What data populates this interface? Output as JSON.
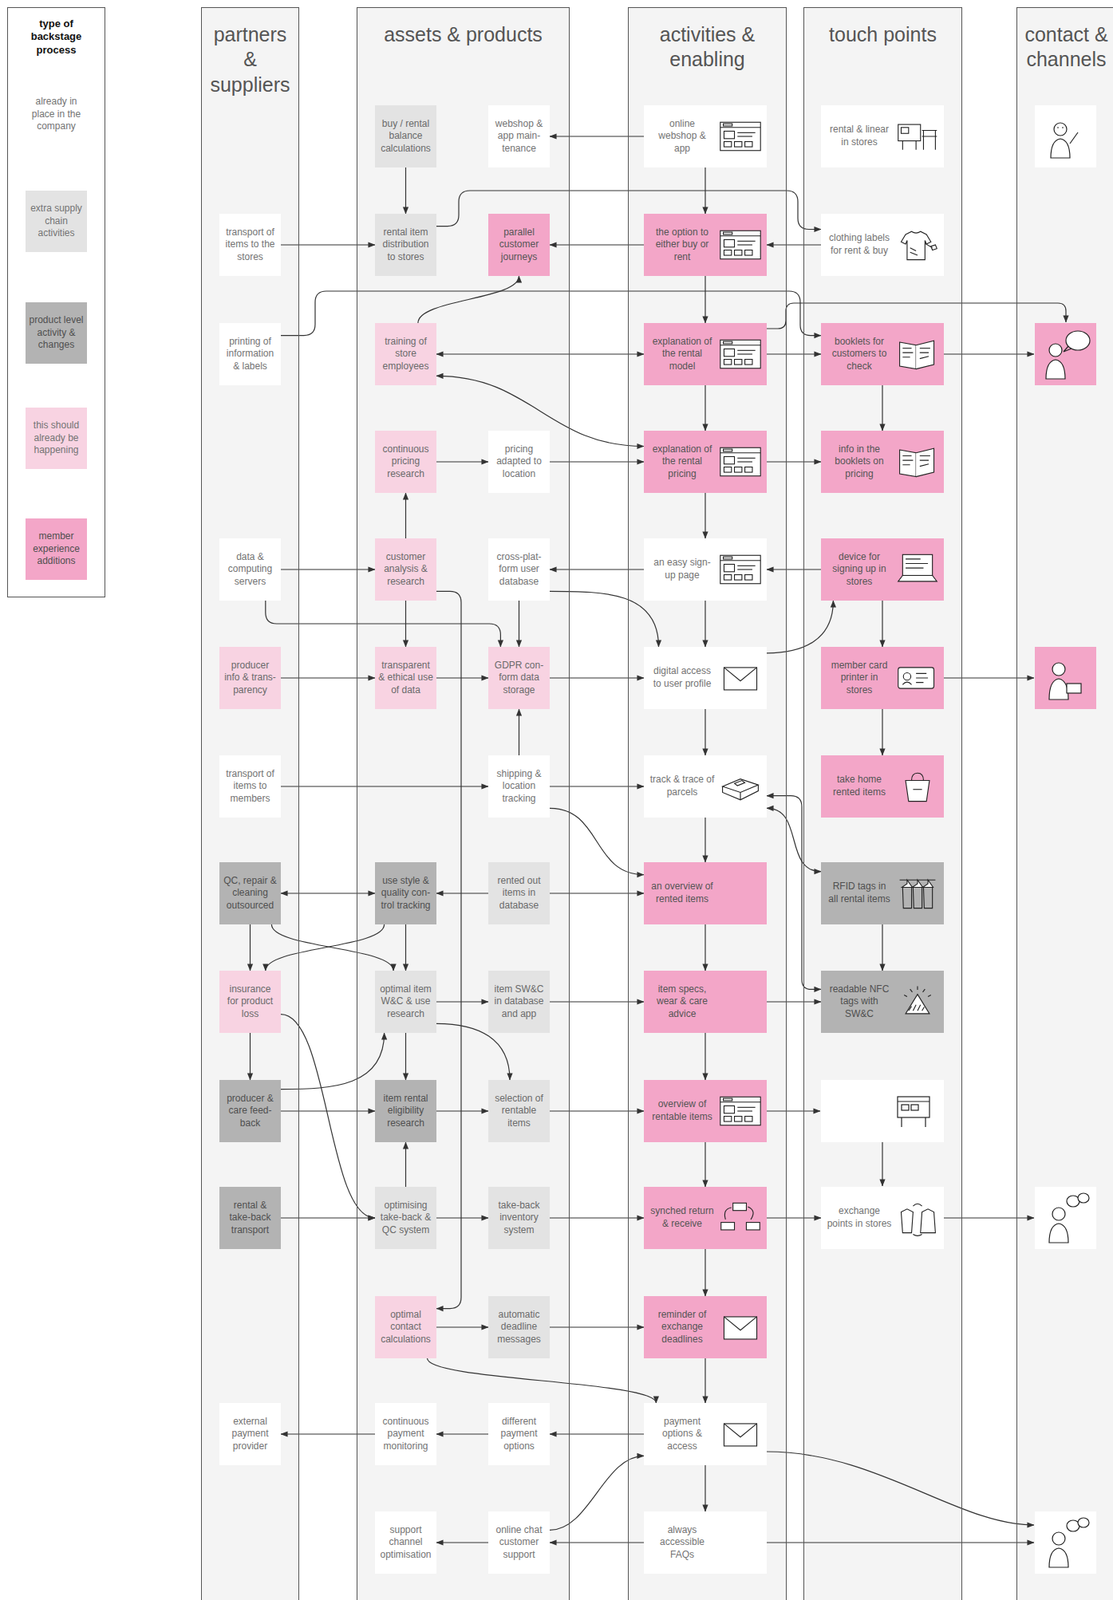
{
  "diagram": {
    "nodes": [
      {
        "text": [
          "partners & suppliers"
        ]
      },
      {
        "text": [
          "assets & products"
        ]
      },
      {
        "text": [
          "activities & enabling"
        ]
      },
      {
        "text": [
          "touch points"
        ]
      },
      {
        "text": [
          "contact & channels"
        ]
      },
      {
        "text": [
          "buy / rental balance calculations"
        ],
        "in": 1
      },
      {
        "text": [
          "webshop & app main-tenance"
        ],
        "in": 1
      },
      {
        "text": [
          "online webshop & app"
        ],
        "in": 2
      },
      {
        "text": [
          "rental & linear in stores"
        ],
        "in": 3
      },
      {
        "text": [
          "transport of items to the stores"
        ],
        "in": 0
      },
      {
        "text": [
          "rental item distribution to stores"
        ],
        "in": 1
      },
      {
        "text": [
          "parallel customer journeys"
        ],
        "in": 1
      },
      {
        "text": [
          "the option to either buy or rent"
        ],
        "in": 2
      },
      {
        "text": [
          "clothing labels for rent & buy"
        ],
        "in": 3
      },
      {
        "text": [
          "printing of information & labels"
        ],
        "in": 0
      },
      {
        "text": [
          "training of store employees"
        ],
        "in": 1
      },
      {
        "text": [
          "explanation of the rental model"
        ],
        "in": 2
      },
      {
        "text": [
          "booklets for customers to check"
        ],
        "in": 3
      },
      {
        "text": [
          "continuous pricing research"
        ],
        "in": 1
      },
      {
        "text": [
          "pricing adapted to location"
        ],
        "in": 1
      },
      {
        "text": [
          "explanation of the rental pricing"
        ],
        "in": 2
      },
      {
        "text": [
          "info in the booklets on pricing"
        ],
        "in": 3
      },
      {
        "text": [
          "data & computing servers"
        ],
        "in": 0
      },
      {
        "text": [
          "customer analysis & research"
        ],
        "in": 1
      },
      {
        "text": [
          "cross-plat-form user database"
        ],
        "in": 1
      },
      {
        "text": [
          "an easy sign-up page"
        ],
        "in": 2
      },
      {
        "text": [
          "device for signing up in stores"
        ],
        "in": 3
      },
      {
        "text": [
          "producer info & trans-parency"
        ],
        "in": 0
      },
      {
        "text": [
          "transparent & ethical use of data"
        ],
        "in": 1
      },
      {
        "text": [
          "GDPR con-form data storage"
        ],
        "in": 1
      },
      {
        "text": [
          "digital access to user profile"
        ],
        "in": 2
      },
      {
        "text": [
          "member card printer in stores"
        ],
        "in": 3
      },
      {
        "text": [
          "transport of items to members"
        ],
        "in": 0
      },
      {
        "text": [
          "shipping & location tracking"
        ],
        "in": 1
      },
      {
        "text": [
          "track & trace of parcels"
        ],
        "in": 2
      },
      {
        "text": [
          "take home rented items"
        ],
        "in": 3
      },
      {
        "text": [
          "QC, repair & cleaning outsourced"
        ],
        "in": 0
      },
      {
        "text": [
          "use style & quality con-trol tracking"
        ],
        "in": 1
      },
      {
        "text": [
          "rented out items in database"
        ],
        "in": 1
      },
      {
        "text": [
          "an overview of rented items"
        ],
        "in": 2
      },
      {
        "text": [
          "RFID tags in all rental items"
        ],
        "in": 3
      },
      {
        "text": [
          "insurance for product loss"
        ],
        "in": 0
      },
      {
        "text": [
          "optimal item W&C & use research"
        ],
        "in": 1
      },
      {
        "text": [
          "item SW&C in database and app"
        ],
        "in": 1
      },
      {
        "text": [
          "item specs, wear & care advice"
        ],
        "in": 2
      },
      {
        "text": [
          "readable NFC tags with SW&C"
        ],
        "in": 3
      },
      {
        "text": [
          "producer & care feed-back"
        ],
        "in": 0
      },
      {
        "text": [
          "item rental eligibility research"
        ],
        "in": 1
      },
      {
        "text": [
          "selection of rentable items"
        ],
        "in": 1
      },
      {
        "text": [
          "overview of rentable items"
        ],
        "in": 2
      },
      {
        "text": [
          "rental & take-back transport"
        ],
        "in": 0
      },
      {
        "text": [
          "optimising take-back & QC system"
        ],
        "in": 1
      },
      {
        "text": [
          "take-back inventory system"
        ],
        "in": 1
      },
      {
        "text": [
          "synched return & receive"
        ],
        "in": 2
      },
      {
        "text": [
          "exchange points in stores"
        ],
        "in": 3
      },
      {
        "text": [
          "optimal contact calculations"
        ],
        "in": 1
      },
      {
        "text": [
          "automatic deadline messages"
        ],
        "in": 1
      },
      {
        "text": [
          "reminder of exchange deadlines"
        ],
        "in": 2
      },
      {
        "text": [
          "external payment provider"
        ],
        "in": 0
      },
      {
        "text": [
          "continuous payment monitoring"
        ],
        "in": 1
      },
      {
        "text": [
          "different payment options"
        ],
        "in": 1
      },
      {
        "text": [
          "payment options & access"
        ],
        "in": 2
      },
      {
        "text": [
          "support channel optimisation"
        ],
        "in": 1
      },
      {
        "text": [
          "online chat customer support"
        ],
        "in": 1
      },
      {
        "text": [
          "always accessible FAQs"
        ],
        "in": 2
      }
    ],
    "edges": [
      {
        "from": 7,
        "to": 6,
        "arrow": "to"
      },
      {
        "from": 5,
        "to": 10,
        "arrow": "to"
      },
      {
        "from": 7,
        "to": 12,
        "arrow": "to"
      },
      {
        "from": 10,
        "to": 13,
        "arrow": "to"
      },
      {
        "from": 9,
        "to": 10,
        "arrow": "to"
      },
      {
        "from": 12,
        "to": 11,
        "arrow": "to"
      },
      {
        "from": 13,
        "to": 12,
        "arrow": "to"
      },
      {
        "from": 12,
        "to": 16,
        "arrow": "to"
      },
      {
        "from": 14,
        "to": 17,
        "arrow": "to"
      },
      {
        "from": 15,
        "to": 11,
        "arrow": "to"
      },
      {
        "from": 15,
        "to": 16,
        "arrow": "both"
      },
      {
        "from": 15,
        "to": 20,
        "arrow": "both"
      },
      {
        "from": 16,
        "to": 17,
        "arrow": "to"
      },
      {
        "from": 16,
        "to": 20,
        "arrow": "to"
      },
      {
        "from": 17,
        "to": 21,
        "arrow": "to"
      },
      {
        "from": 23,
        "to": 18,
        "arrow": "to"
      },
      {
        "from": 18,
        "to": 19,
        "arrow": "to"
      },
      {
        "from": 19,
        "to": 20,
        "arrow": "to"
      },
      {
        "from": 20,
        "to": 21,
        "arrow": "to"
      },
      {
        "from": 20,
        "to": 25,
        "arrow": "to"
      },
      {
        "from": 22,
        "to": 23,
        "arrow": "to"
      },
      {
        "from": 22,
        "to": 29,
        "arrow": "to"
      },
      {
        "from": 25,
        "to": 24,
        "arrow": "to"
      },
      {
        "from": 26,
        "to": 25,
        "arrow": "to"
      },
      {
        "from": 23,
        "to": 28,
        "arrow": "to"
      },
      {
        "from": 23,
        "to": 55,
        "arrow": "to"
      },
      {
        "from": 24,
        "to": 29,
        "arrow": "to"
      },
      {
        "from": 24,
        "to": 30,
        "arrow": "to"
      },
      {
        "from": 25,
        "to": 30,
        "arrow": "to"
      },
      {
        "from": 26,
        "to": 31,
        "arrow": "to"
      },
      {
        "from": 30,
        "to": 26,
        "arrow": "to"
      },
      {
        "from": 27,
        "to": 28,
        "arrow": "to"
      },
      {
        "from": 28,
        "to": 29,
        "arrow": "to"
      },
      {
        "from": 29,
        "to": 30,
        "arrow": "to"
      },
      {
        "from": 33,
        "to": 29,
        "arrow": "to"
      },
      {
        "from": 31,
        "to": 35,
        "arrow": "to"
      },
      {
        "from": 30,
        "to": 34,
        "arrow": "to"
      },
      {
        "from": 32,
        "to": 33,
        "arrow": "to"
      },
      {
        "from": 33,
        "to": 34,
        "arrow": "to"
      },
      {
        "from": 33,
        "to": 39,
        "arrow": "to"
      },
      {
        "from": 34,
        "to": 39,
        "arrow": "to"
      },
      {
        "from": 34,
        "to": 40,
        "arrow": "both"
      },
      {
        "from": 34,
        "to": 45,
        "arrow": "both"
      },
      {
        "from": 36,
        "to": 37,
        "arrow": "both"
      },
      {
        "from": 38,
        "to": 37,
        "arrow": "to"
      },
      {
        "from": 38,
        "to": 39,
        "arrow": "to"
      },
      {
        "from": 40,
        "to": 45,
        "arrow": "to"
      },
      {
        "from": 39,
        "to": 44,
        "arrow": "to"
      },
      {
        "from": 37,
        "to": 41,
        "arrow": "to"
      },
      {
        "from": 37,
        "to": 42,
        "arrow": "to"
      },
      {
        "from": 36,
        "to": 41,
        "arrow": "to"
      },
      {
        "from": 36,
        "to": 42,
        "arrow": "to"
      },
      {
        "from": 41,
        "to": 46,
        "arrow": "to"
      },
      {
        "from": 41,
        "to": 51,
        "arrow": "to"
      },
      {
        "from": 46,
        "to": 42,
        "arrow": "to"
      },
      {
        "from": 42,
        "to": 43,
        "arrow": "to"
      },
      {
        "from": 43,
        "to": 44,
        "arrow": "to"
      },
      {
        "from": 44,
        "to": 45,
        "arrow": "to"
      },
      {
        "from": 42,
        "to": 47,
        "arrow": "to"
      },
      {
        "from": 42,
        "to": 48,
        "arrow": "to"
      },
      {
        "from": 44,
        "to": 49,
        "arrow": "to"
      },
      {
        "from": 46,
        "to": 47,
        "arrow": "to"
      },
      {
        "from": 47,
        "to": 48,
        "arrow": "to"
      },
      {
        "from": 48,
        "to": 49,
        "arrow": "to"
      },
      {
        "from": 49,
        "to": 53,
        "arrow": "to"
      },
      {
        "from": 51,
        "to": 47,
        "arrow": "to"
      },
      {
        "from": 50,
        "to": 51,
        "arrow": "to"
      },
      {
        "from": 51,
        "to": 52,
        "arrow": "to"
      },
      {
        "from": 52,
        "to": 53,
        "arrow": "to"
      },
      {
        "from": 53,
        "to": 54,
        "arrow": "to"
      },
      {
        "from": 53,
        "to": 57,
        "arrow": "to"
      },
      {
        "from": 55,
        "to": 56,
        "arrow": "to"
      },
      {
        "from": 56,
        "to": 57,
        "arrow": "to"
      },
      {
        "from": 55,
        "to": 61,
        "arrow": "to"
      },
      {
        "from": 57,
        "to": 61,
        "arrow": "to"
      },
      {
        "from": 61,
        "to": 60,
        "arrow": "to"
      },
      {
        "from": 60,
        "to": 59,
        "arrow": "to"
      },
      {
        "from": 59,
        "to": 58,
        "arrow": "to"
      },
      {
        "from": 61,
        "to": 64,
        "arrow": "to"
      },
      {
        "from": 63,
        "to": 61,
        "arrow": "to"
      },
      {
        "from": 64,
        "to": 63,
        "arrow": "to"
      },
      {
        "from": 63,
        "to": 62,
        "arrow": "to"
      }
    ],
    "labels": [
      "type of backstage process"
    ],
    "legend": [
      {
        "text": "already in place in the company",
        "color": "#ffffff"
      },
      {
        "text": "extra supply chain activities",
        "color": "#e3e3e3"
      },
      {
        "text": "product level activity & changes",
        "color": "#b3b3b3"
      },
      {
        "text": "this should already be happening",
        "color": "#f8d3e2"
      },
      {
        "text": "member experience additions",
        "color": "#f3a6c8"
      }
    ]
  }
}
